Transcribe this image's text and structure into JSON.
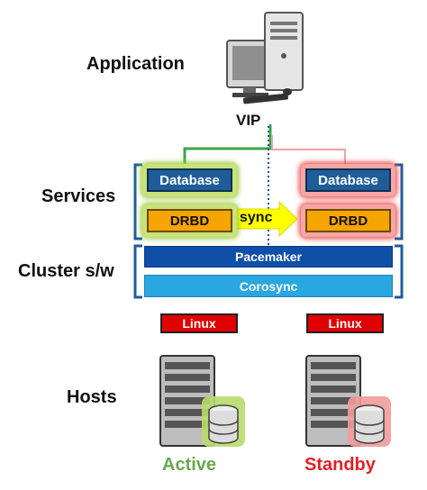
{
  "labels": {
    "application": "Application",
    "vip": "VIP",
    "services": "Services",
    "cluster": "Cluster s/w",
    "hosts": "Hosts"
  },
  "left": {
    "database": "Database",
    "drbd": "DRBD",
    "os": "Linux",
    "status": "Active"
  },
  "right": {
    "database": "Database",
    "drbd": "DRBD",
    "os": "Linux",
    "status": "Standby"
  },
  "sync_label": "sync",
  "cluster_layers": {
    "pacemaker": "Pacemaker",
    "corosync": "Corosync"
  },
  "colors": {
    "active": "#6aa84f",
    "standby": "#e0202a",
    "database": "#1f5d99",
    "drbd": "#f6a400",
    "pacemaker": "#0f4fa8",
    "corosync": "#2aa6e0",
    "linux": "#e00000",
    "sync_arrow": "#ffff00"
  },
  "icons": [
    "desktop-computer-icon",
    "server-tower-icon",
    "database-disk-icon"
  ]
}
